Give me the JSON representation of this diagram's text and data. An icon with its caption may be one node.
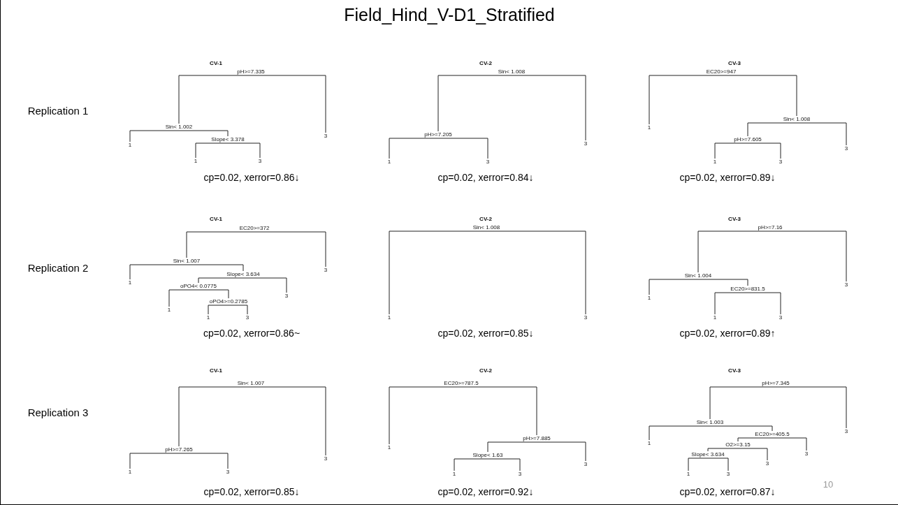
{
  "diagram": {
    "title": "Field_Hind_V-D1_Stratified",
    "nodes": [
      {
        "text": [
          "pH>=7.335"
        ]
      },
      {
        "text": [
          "Sin< 1.002"
        ]
      },
      {
        "text": [
          "3"
        ]
      },
      {
        "text": [
          "1"
        ]
      },
      {
        "text": [
          "Slope< 3.378"
        ]
      },
      {
        "text": [
          "1"
        ]
      },
      {
        "text": [
          "3"
        ]
      },
      {
        "text": [
          "Sin< 1.008"
        ]
      },
      {
        "text": [
          "pH>=7.205"
        ]
      },
      {
        "text": [
          "3"
        ]
      },
      {
        "text": [
          "1"
        ]
      },
      {
        "text": [
          "3"
        ]
      },
      {
        "text": [
          "EC20>=947"
        ]
      },
      {
        "text": [
          "1"
        ]
      },
      {
        "text": [
          "Sin< 1.008"
        ]
      },
      {
        "text": [
          "pH>=7.605"
        ]
      },
      {
        "text": [
          "3"
        ]
      },
      {
        "text": [
          "1"
        ]
      },
      {
        "text": [
          "3"
        ]
      },
      {
        "text": [
          "EC20>=372"
        ]
      },
      {
        "text": [
          "Sin< 1.007"
        ]
      },
      {
        "text": [
          "3"
        ]
      },
      {
        "text": [
          "1"
        ]
      },
      {
        "text": [
          "Slope< 3.634"
        ]
      },
      {
        "text": [
          "oPO4< 0.0775"
        ]
      },
      {
        "text": [
          "3"
        ]
      },
      {
        "text": [
          "1"
        ]
      },
      {
        "text": [
          "oPO4>=0.2785"
        ]
      },
      {
        "text": [
          "1"
        ]
      },
      {
        "text": [
          "3"
        ]
      },
      {
        "text": [
          "Sin< 1.008"
        ]
      },
      {
        "text": [
          "1"
        ]
      },
      {
        "text": [
          "3"
        ]
      },
      {
        "text": [
          "pH>=7.16"
        ]
      },
      {
        "text": [
          "Sin< 1.004"
        ]
      },
      {
        "text": [
          "3"
        ]
      },
      {
        "text": [
          "1"
        ]
      },
      {
        "text": [
          "EC20>=831.5"
        ]
      },
      {
        "text": [
          "1"
        ]
      },
      {
        "text": [
          "3"
        ]
      },
      {
        "text": [
          "Sin< 1.007"
        ]
      },
      {
        "text": [
          "pH>=7.265"
        ]
      },
      {
        "text": [
          "3"
        ]
      },
      {
        "text": [
          "1"
        ]
      },
      {
        "text": [
          "3"
        ]
      },
      {
        "text": [
          "EC20>=787.5"
        ]
      },
      {
        "text": [
          "1"
        ]
      },
      {
        "text": [
          "pH>=7.885"
        ]
      },
      {
        "text": [
          "Slope< 1.63"
        ]
      },
      {
        "text": [
          "3"
        ]
      },
      {
        "text": [
          "1"
        ]
      },
      {
        "text": [
          "3"
        ]
      },
      {
        "text": [
          "pH>=7.345"
        ]
      },
      {
        "text": [
          "Sin< 1.003"
        ]
      },
      {
        "text": [
          "3"
        ]
      },
      {
        "text": [
          "1"
        ]
      },
      {
        "text": [
          "EC20>=405.5"
        ]
      },
      {
        "text": [
          "O2>=3.15"
        ]
      },
      {
        "text": [
          "3"
        ]
      },
      {
        "text": [
          "Slope< 3.634"
        ]
      },
      {
        "text": [
          "3"
        ]
      },
      {
        "text": [
          "1"
        ]
      },
      {
        "text": [
          "3"
        ]
      }
    ],
    "edges": [
      {
        "from": 0,
        "to": 1,
        "arrow": "none"
      },
      {
        "from": 0,
        "to": 2,
        "arrow": "none"
      },
      {
        "from": 1,
        "to": 3,
        "arrow": "none"
      },
      {
        "from": 1,
        "to": 4,
        "arrow": "none"
      },
      {
        "from": 4,
        "to": 5,
        "arrow": "none"
      },
      {
        "from": 4,
        "to": 6,
        "arrow": "none"
      },
      {
        "from": 7,
        "to": 8,
        "arrow": "none"
      },
      {
        "from": 7,
        "to": 9,
        "arrow": "none"
      },
      {
        "from": 8,
        "to": 10,
        "arrow": "none"
      },
      {
        "from": 8,
        "to": 11,
        "arrow": "none"
      },
      {
        "from": 12,
        "to": 13,
        "arrow": "none"
      },
      {
        "from": 12,
        "to": 14,
        "arrow": "none"
      },
      {
        "from": 14,
        "to": 15,
        "arrow": "none"
      },
      {
        "from": 14,
        "to": 16,
        "arrow": "none"
      },
      {
        "from": 15,
        "to": 17,
        "arrow": "none"
      },
      {
        "from": 15,
        "to": 18,
        "arrow": "none"
      },
      {
        "from": 19,
        "to": 20,
        "arrow": "none"
      },
      {
        "from": 19,
        "to": 21,
        "arrow": "none"
      },
      {
        "from": 20,
        "to": 22,
        "arrow": "none"
      },
      {
        "from": 20,
        "to": 23,
        "arrow": "none"
      },
      {
        "from": 23,
        "to": 24,
        "arrow": "none"
      },
      {
        "from": 23,
        "to": 25,
        "arrow": "none"
      },
      {
        "from": 24,
        "to": 26,
        "arrow": "none"
      },
      {
        "from": 24,
        "to": 27,
        "arrow": "none"
      },
      {
        "from": 27,
        "to": 28,
        "arrow": "none"
      },
      {
        "from": 27,
        "to": 29,
        "arrow": "none"
      },
      {
        "from": 30,
        "to": 31,
        "arrow": "none"
      },
      {
        "from": 30,
        "to": 32,
        "arrow": "none"
      },
      {
        "from": 33,
        "to": 34,
        "arrow": "none"
      },
      {
        "from": 33,
        "to": 35,
        "arrow": "none"
      },
      {
        "from": 34,
        "to": 36,
        "arrow": "none"
      },
      {
        "from": 34,
        "to": 37,
        "arrow": "none"
      },
      {
        "from": 37,
        "to": 38,
        "arrow": "none"
      },
      {
        "from": 37,
        "to": 39,
        "arrow": "none"
      },
      {
        "from": 40,
        "to": 41,
        "arrow": "none"
      },
      {
        "from": 40,
        "to": 42,
        "arrow": "none"
      },
      {
        "from": 41,
        "to": 43,
        "arrow": "none"
      },
      {
        "from": 41,
        "to": 44,
        "arrow": "none"
      },
      {
        "from": 45,
        "to": 46,
        "arrow": "none"
      },
      {
        "from": 45,
        "to": 47,
        "arrow": "none"
      },
      {
        "from": 47,
        "to": 48,
        "arrow": "none"
      },
      {
        "from": 47,
        "to": 49,
        "arrow": "none"
      },
      {
        "from": 48,
        "to": 50,
        "arrow": "none"
      },
      {
        "from": 48,
        "to": 51,
        "arrow": "none"
      },
      {
        "from": 52,
        "to": 53,
        "arrow": "none"
      },
      {
        "from": 52,
        "to": 54,
        "arrow": "none"
      },
      {
        "from": 53,
        "to": 55,
        "arrow": "none"
      },
      {
        "from": 53,
        "to": 56,
        "arrow": "none"
      },
      {
        "from": 56,
        "to": 57,
        "arrow": "none"
      },
      {
        "from": 56,
        "to": 58,
        "arrow": "none"
      },
      {
        "from": 57,
        "to": 59,
        "arrow": "none"
      },
      {
        "from": 57,
        "to": 60,
        "arrow": "none"
      },
      {
        "from": 59,
        "to": 61,
        "arrow": "none"
      },
      {
        "from": 59,
        "to": 62,
        "arrow": "none"
      }
    ],
    "labels": [
      "CV-1",
      "CV-2",
      "CV-3",
      "Replication 1",
      "cp=0.02, xerror=0.86↓",
      "cp=0.02, xerror=0.84↓",
      "cp=0.02, xerror=0.89↓",
      "CV-1",
      "CV-2",
      "CV-3",
      "Replication 2",
      "cp=0.02, xerror=0.86~",
      "cp=0.02, xerror=0.85↓",
      "cp=0.02, xerror=0.89↑",
      "CV-1",
      "CV-2",
      "CV-3",
      "Replication 3",
      "cp=0.02, xerror=0.85↓",
      "cp=0.02, xerror=0.92↓",
      "cp=0.02, xerror=0.87↓",
      "10"
    ]
  }
}
